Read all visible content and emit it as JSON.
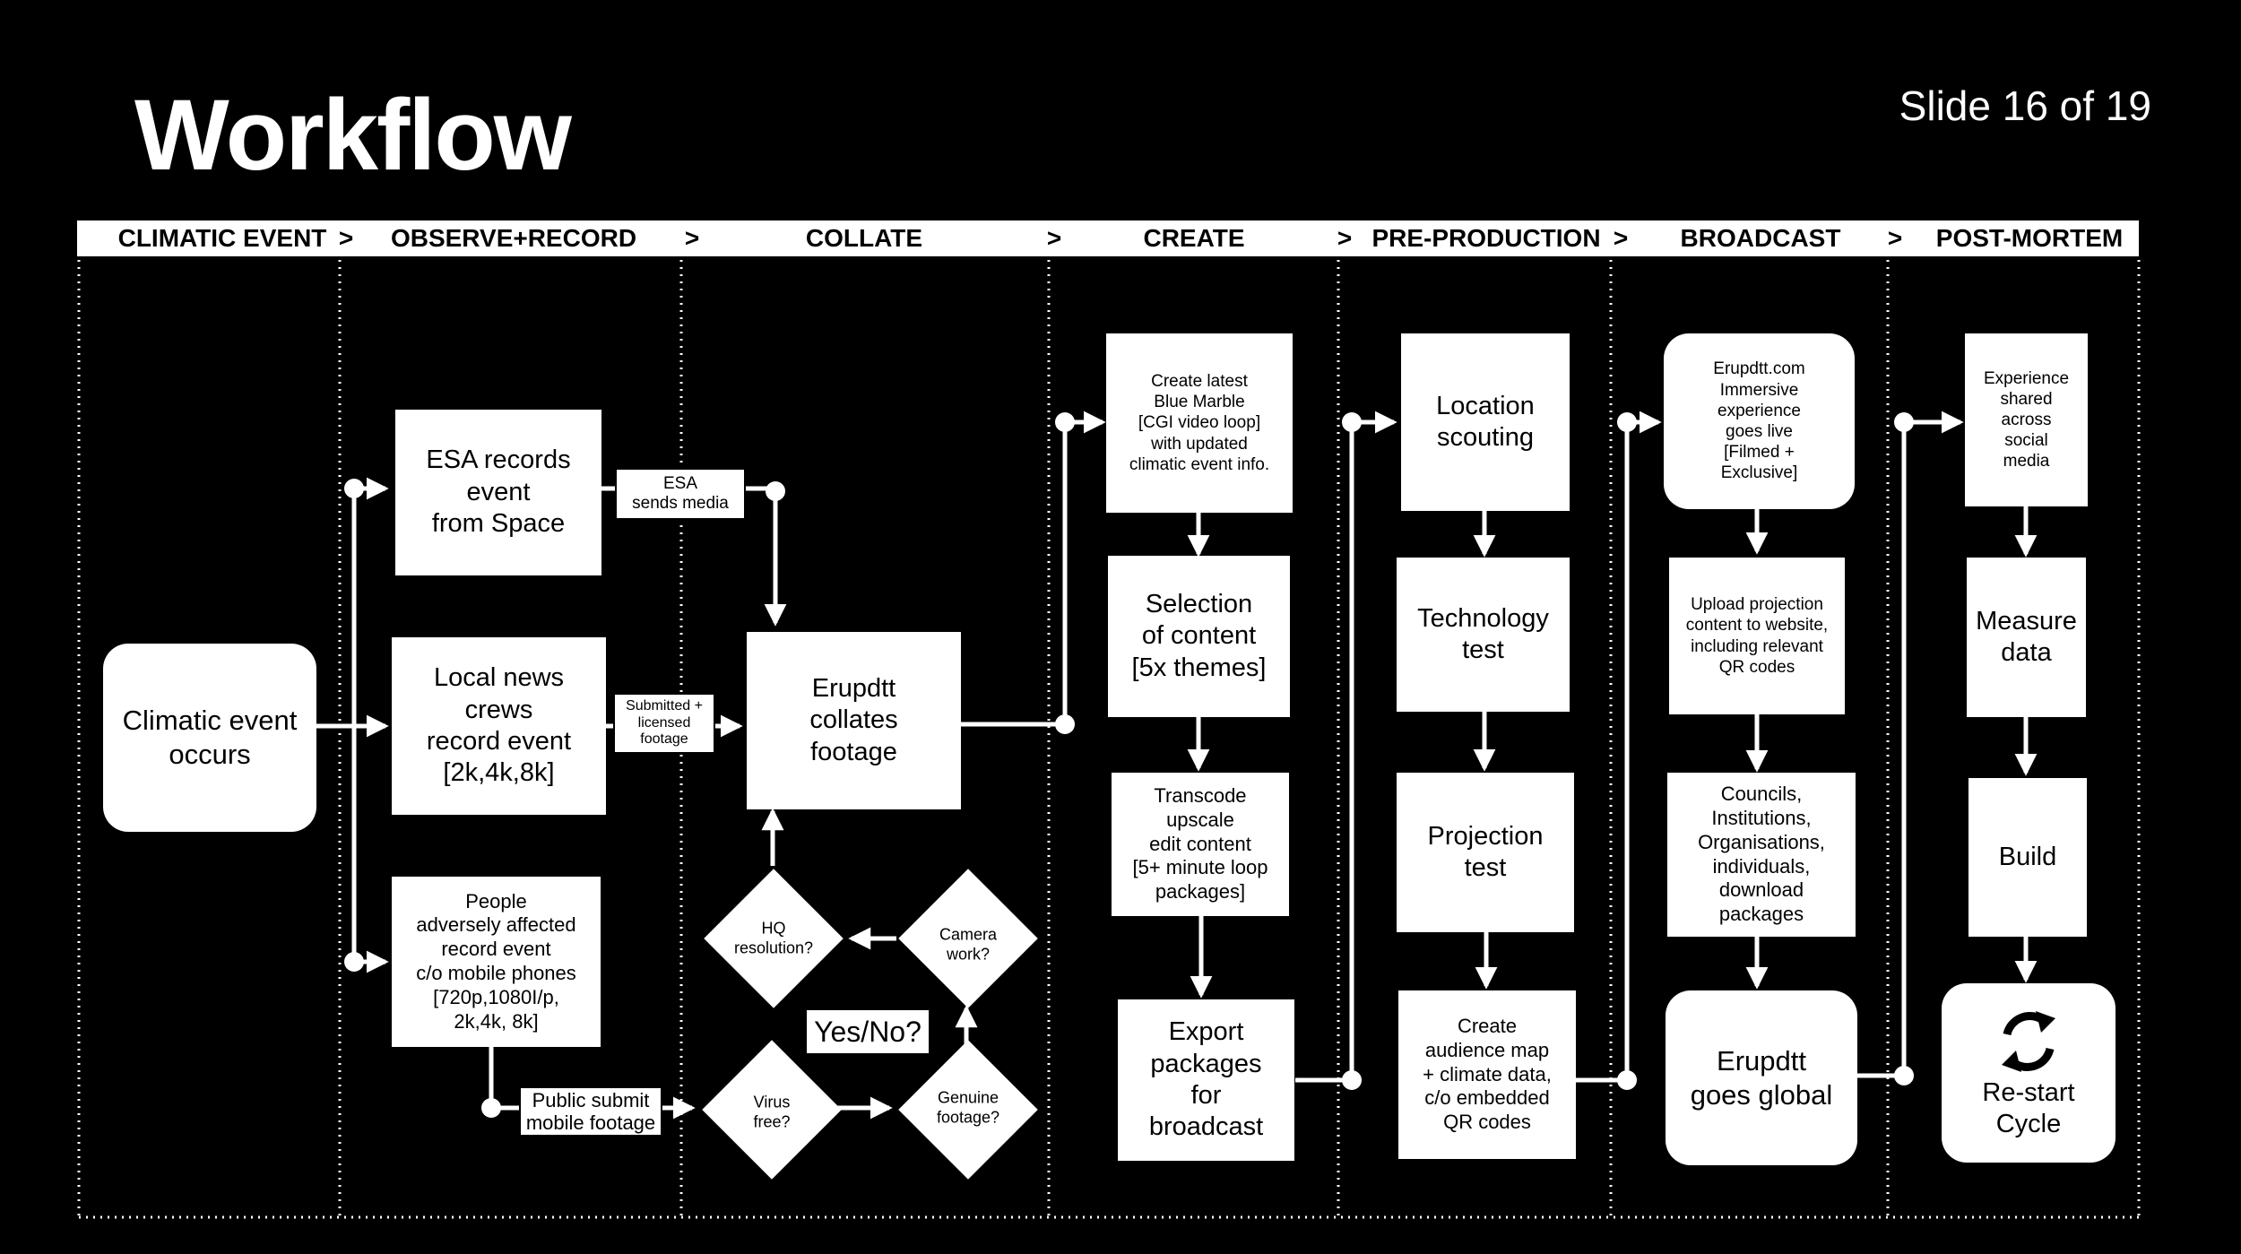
{
  "slide": {
    "title": "Workflow",
    "counter": "Slide 16 of 19"
  },
  "phases": [
    "CLIMATIC EVENT",
    "OBSERVE+RECORD",
    "COLLATE",
    "CREATE",
    "PRE-PRODUCTION",
    "BROADCAST",
    "POST-MORTEM"
  ],
  "separator": ">",
  "nodes": {
    "climatic_event": "Climatic event\noccurs",
    "esa_records": "ESA records\nevent\nfrom Space",
    "local_news": "Local news\ncrews\nrecord event\n[2k,4k,8k]",
    "people": "People\nadversely affected\nrecord event\nc/o mobile phones\n[720p,1080I/p,\n2k,4k, 8k]",
    "erupdtt_collates": "Erupdtt\ncollates\nfootage",
    "create_latest": "Create latest\nBlue Marble\n[CGI video loop]\nwith updated\nclimatic event info.",
    "selection": "Selection\nof content\n[5x themes]",
    "transcode": "Transcode\nupscale\nedit content\n[5+ minute loop\npackages]",
    "export": "Export\npackages\nfor\nbroadcast",
    "location": "Location\nscouting",
    "technology": "Technology\ntest",
    "projection": "Projection\ntest",
    "audience": "Create\naudience map\n+ climate data,\nc/o embedded\nQR codes",
    "immersive": "Erupdtt.com\nImmersive\nexperience\ngoes live\n[Filmed +\nExclusive]",
    "upload": "Upload projection\ncontent to website,\nincluding relevant\nQR codes",
    "councils": "Councils,\nInstitutions,\nOrganisations,\nindividuals,\ndownload\npackages",
    "goes_global": "Erupdtt\ngoes global",
    "experience": "Experience\nshared\nacross\nsocial\nmedia",
    "measure": "Measure\ndata",
    "build": "Build",
    "restart": "Re-start\nCycle"
  },
  "restart_icon": "refresh-cycle-icon",
  "edge_labels": {
    "esa_sends": "ESA\nsends media",
    "submitted": "Submitted +\nlicensed\nfootage",
    "public_submit": "Public submit\nmobile footage"
  },
  "decisions": {
    "hq": "HQ\nresolution?",
    "camera": "Camera\nwork?",
    "virus": "Virus\nfree?",
    "genuine": "Genuine\nfootage?"
  },
  "yes_no": "Yes/No?"
}
